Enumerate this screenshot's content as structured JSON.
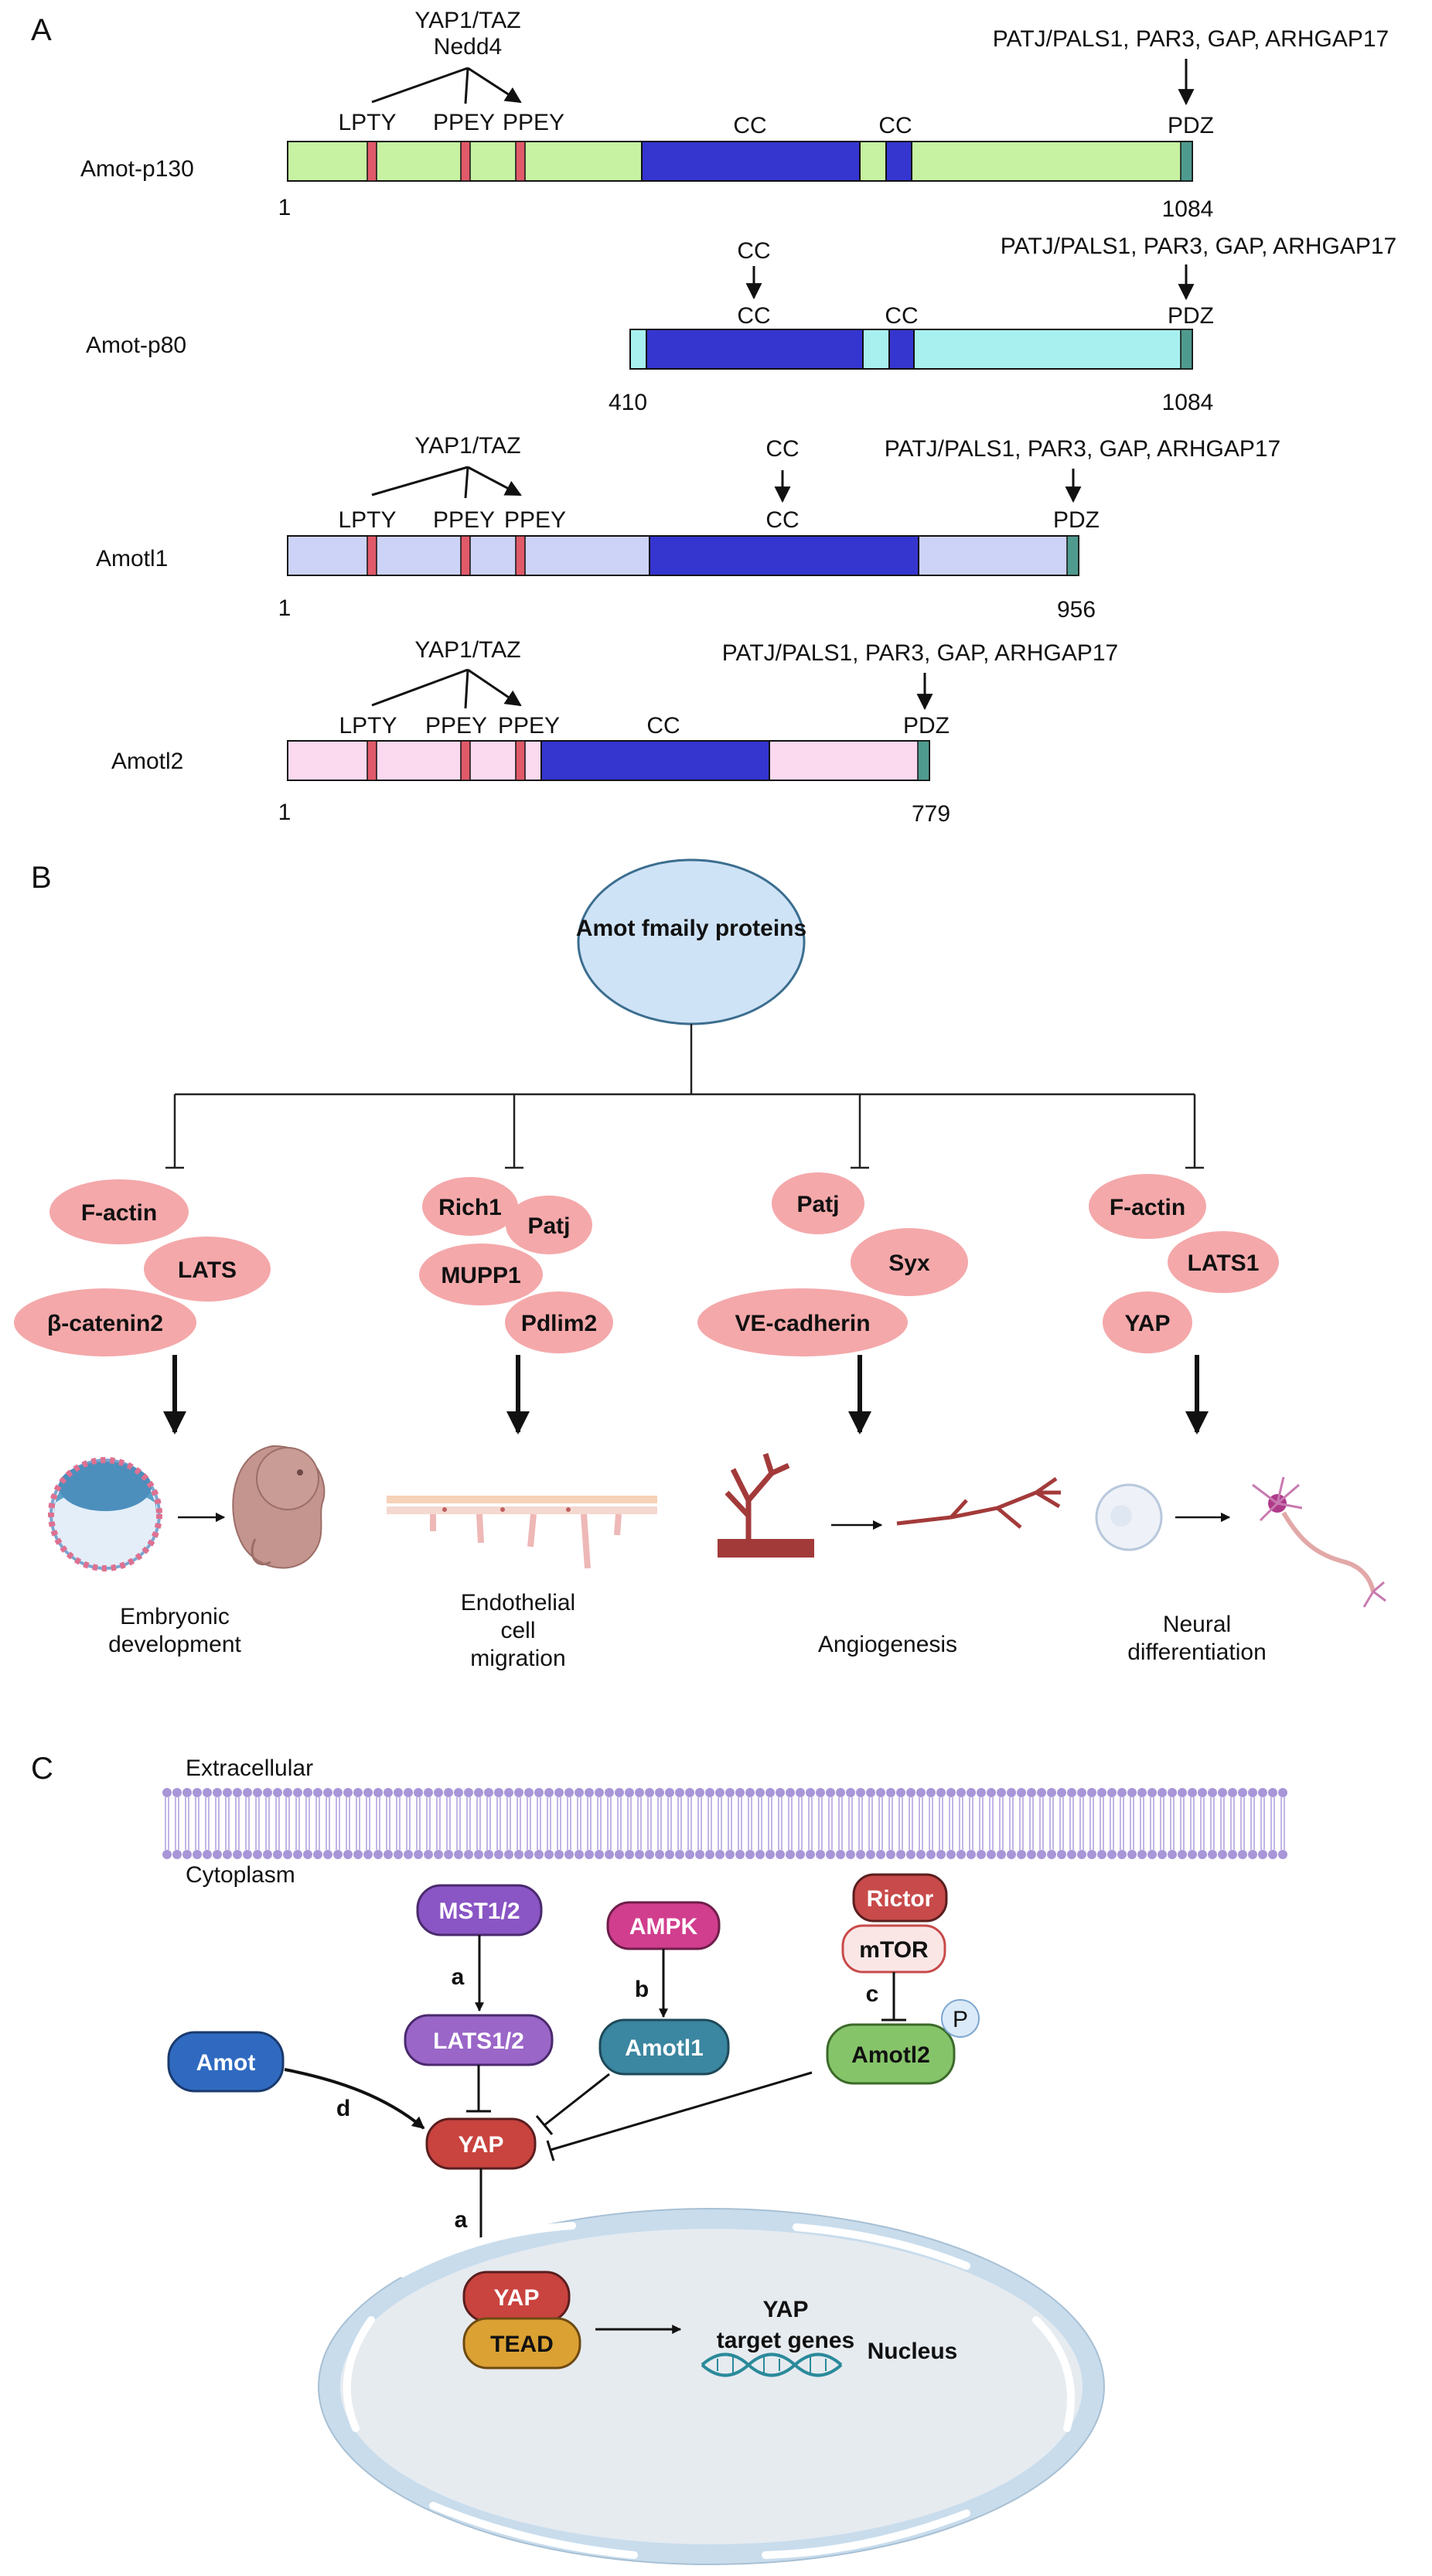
{
  "panels": {
    "a": "A",
    "b": "B",
    "c": "C"
  },
  "panel_a": {
    "rows": [
      {
        "name": "Amot-p130",
        "color": "#c6f2a2",
        "start_label": "1",
        "end_label": "1084",
        "top_label": "YAP1/TAZ",
        "top_label2": "Nedd4",
        "motifs": [
          "LPTY",
          "PPEY",
          "PPEY"
        ],
        "cc_labels": [
          "CC",
          "CC"
        ],
        "pdz_label": "PDZ",
        "pdz_partners": "PATJ/PALS1, PAR3, GAP, ARHGAP17"
      },
      {
        "name": "Amot-p80",
        "color": "#a8f0f0",
        "start_label": "410",
        "end_label": "1084",
        "cc_top": "CC",
        "cc_labels": [
          "CC",
          "CC"
        ],
        "pdz_label": "PDZ",
        "pdz_partners": "PATJ/PALS1, PAR3, GAP, ARHGAP17"
      },
      {
        "name": "Amotl1",
        "color": "#cdd3f7",
        "start_label": "1",
        "end_label": "956",
        "top_label": "YAP1/TAZ",
        "motifs": [
          "LPTY",
          "PPEY",
          "PPEY"
        ],
        "cc_top": "CC",
        "cc_labels": [
          "CC"
        ],
        "pdz_label": "PDZ",
        "pdz_partners": "PATJ/PALS1, PAR3, GAP, ARHGAP17"
      },
      {
        "name": "Amotl2",
        "color": "#fbd9ef",
        "start_label": "1",
        "end_label": "779",
        "top_label": "YAP1/TAZ",
        "motifs": [
          "LPTY",
          "PPEY",
          "PPEY"
        ],
        "cc_labels": [
          "CC"
        ],
        "pdz_label": "PDZ",
        "pdz_partners": "PATJ/PALS1, PAR3, GAP, ARHGAP17"
      }
    ]
  },
  "panel_b": {
    "root": "Amot fmaily proteins",
    "groups": [
      {
        "partners": [
          "F-actin",
          "LATS",
          "β-catenin2"
        ],
        "outcome": [
          "Embryonic",
          "development"
        ]
      },
      {
        "partners": [
          "Rich1",
          "Patj",
          "MUPP1",
          "Pdlim2"
        ],
        "outcome": [
          "Endothelial",
          "cell",
          "migration"
        ]
      },
      {
        "partners": [
          "Patj",
          "Syx",
          "VE-cadherin"
        ],
        "outcome": [
          "Angiogenesis"
        ]
      },
      {
        "partners": [
          "F-actin",
          "LATS1",
          "YAP"
        ],
        "outcome": [
          "Neural",
          "differentiation"
        ]
      }
    ]
  },
  "panel_c": {
    "extracellular": "Extracellular",
    "cytoplasm": "Cytoplasm",
    "nodes": {
      "mst": "MST1/2",
      "lats": "LATS1/2",
      "ampk": "AMPK",
      "amotl1": "Amotl1",
      "rictor": "Rictor",
      "mtor": "mTOR",
      "amotl2": "Amotl2",
      "p": "P",
      "amot": "Amot",
      "yap": "YAP",
      "yap_n": "YAP",
      "tead": "TEAD"
    },
    "edge_labels": {
      "a1": "a",
      "b": "b",
      "c": "c",
      "d": "d",
      "a2": "a"
    },
    "target_genes": [
      "YAP",
      "target genes"
    ],
    "nucleus": "Nucleus"
  },
  "colors": {
    "cc_domain": "#3535d0",
    "motif": "#e05a6a",
    "pdz": "#4f9a8e",
    "bubble": "#f4a8aa",
    "root_oval": "#cfe3f7",
    "membrane": "#a896d8",
    "mst": "#8a55c4",
    "lats": "#9a66c8",
    "ampk": "#d13e8e",
    "amotl1": "#3b86a0",
    "rictor": "#c84a4a",
    "mtor": "#fbe6e6",
    "amotl2": "#86c46a",
    "amot": "#2f6ac0",
    "yap": "#c9433f",
    "tead": "#dba133",
    "nucleus_fill": "#e6ebf0",
    "nucleus_rim": "#c8dcec"
  }
}
